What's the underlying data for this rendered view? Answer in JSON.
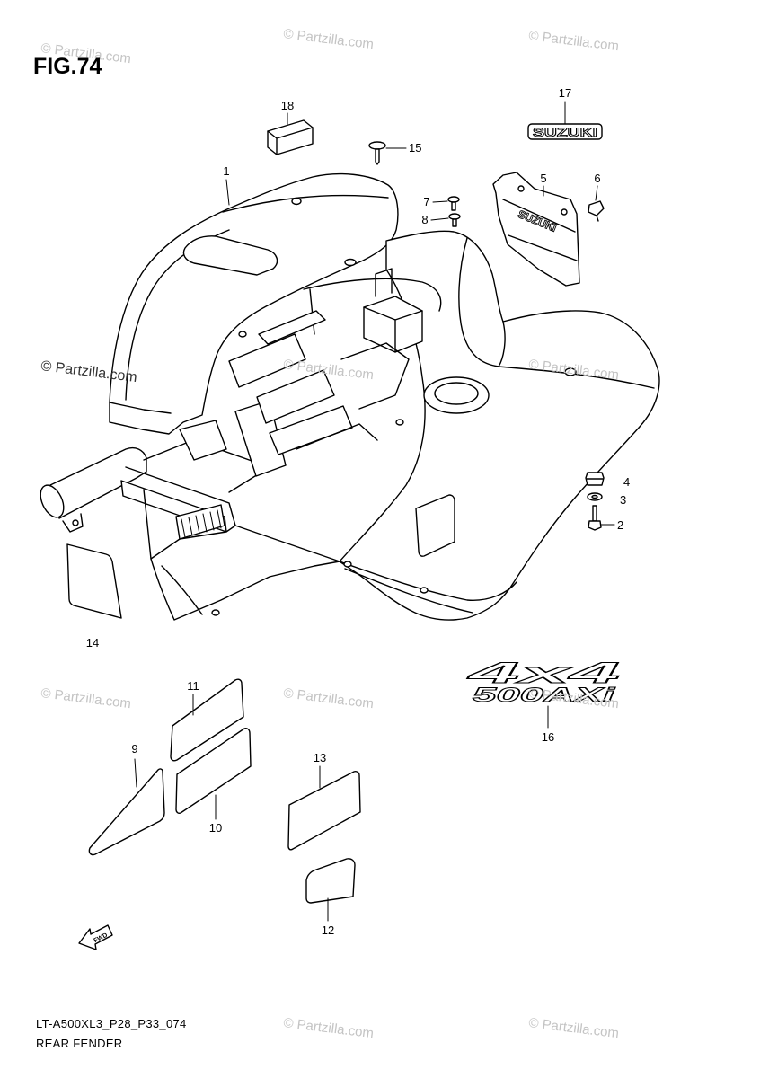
{
  "figure_title": "FIG.74",
  "watermark": "© Partzilla.com",
  "callouts": [
    "1",
    "2",
    "3",
    "4",
    "5",
    "6",
    "7",
    "8",
    "9",
    "10",
    "11",
    "12",
    "13",
    "14",
    "15",
    "16",
    "17",
    "18"
  ],
  "logos": {
    "emblem": "SUZUKI",
    "bracket": "SUZUKI",
    "decal_line1": "4x4",
    "decal_line2": "500AXi",
    "direction_arrow": "FWD"
  },
  "footer": {
    "drawing_code": "LT-A500XL3_P28_P33_074",
    "drawing_name": "REAR FENDER"
  },
  "colors": {
    "line": "#000000",
    "watermark": "#c4c4c4"
  }
}
